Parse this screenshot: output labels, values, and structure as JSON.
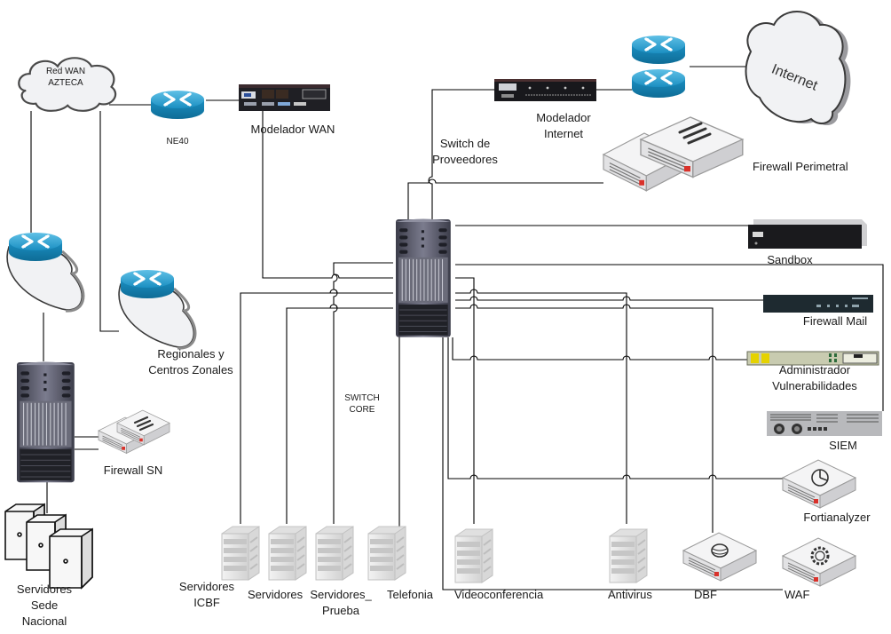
{
  "diagram": {
    "title": "",
    "nodes": {
      "red_wan_azteca": {
        "label_line1": "Red WAN",
        "label_line2": "AZTECA",
        "type": "cloud"
      },
      "ne40": {
        "label": "NE40",
        "type": "router"
      },
      "modelador_wan": {
        "label": "Modelador WAN",
        "type": "appliance"
      },
      "modelador_internet": {
        "label_line1": "Modelador",
        "label_line2": "Internet",
        "type": "appliance"
      },
      "internet_routers": {
        "type": "router-pair"
      },
      "internet": {
        "label": "Internet",
        "type": "cloud"
      },
      "switch_proveedores": {
        "label_line1": "Switch de",
        "label_line2": "Proveedores",
        "type": "label"
      },
      "firewall_perimetral": {
        "label": "Firewall Perimetral",
        "type": "firewall-pair"
      },
      "switch_core": {
        "label_line1": "SWITCH",
        "label_line2": "CORE",
        "type": "chassis-switch"
      },
      "sandbox": {
        "label": "Sandbox",
        "type": "appliance"
      },
      "firewall_mail": {
        "label": "Firewall Mail",
        "type": "appliance"
      },
      "administrador_vulnerabilidades": {
        "label_line1": "Administrador",
        "label_line2": "Vulnerabilidades",
        "type": "appliance"
      },
      "siem": {
        "label": "SIEM",
        "type": "server-rack"
      },
      "fortianalyzer": {
        "label": "Fortianalyzer",
        "type": "appliance"
      },
      "waf": {
        "label": "WAF",
        "type": "appliance"
      },
      "dbf": {
        "label": "DBF",
        "type": "appliance"
      },
      "antivirus": {
        "label": "Antivirus",
        "type": "server"
      },
      "videoconferencia": {
        "label": "Videoconferencia",
        "type": "server"
      },
      "telefonia": {
        "label": "Telefonia",
        "type": "server"
      },
      "servidores_prueba": {
        "label_line1": "Servidores_",
        "label_line2": "Prueba",
        "type": "server"
      },
      "servidores": {
        "label": "Servidores",
        "type": "server"
      },
      "servidores_icbf": {
        "label_line1": "Servidores",
        "label_line2": "ICBF",
        "type": "server"
      },
      "regionales_router": {
        "type": "router-cloud"
      },
      "regionales": {
        "label_line1": "Regionales y",
        "label_line2": "Centros Zonales",
        "type": "label"
      },
      "sn_router": {
        "type": "router-cloud"
      },
      "sn_switch": {
        "type": "chassis-switch"
      },
      "firewall_sn": {
        "label": "Firewall SN",
        "type": "firewall-pair"
      },
      "servidores_sede_nacional": {
        "label_line1": "Servidores",
        "label_line2": "Sede",
        "label_line3": "Nacional",
        "type": "server-group"
      }
    },
    "colors": {
      "router_blue": "#1b8fc2",
      "router_dark": "#0e6c96",
      "line": "#000000",
      "cloud_fill": "#f1f2f4",
      "cloud_edge": "#5a5a5a",
      "device_dark": "#2a2a2e",
      "appliance_light": "#e9eaec",
      "fortinet_red": "#d9322b"
    }
  }
}
